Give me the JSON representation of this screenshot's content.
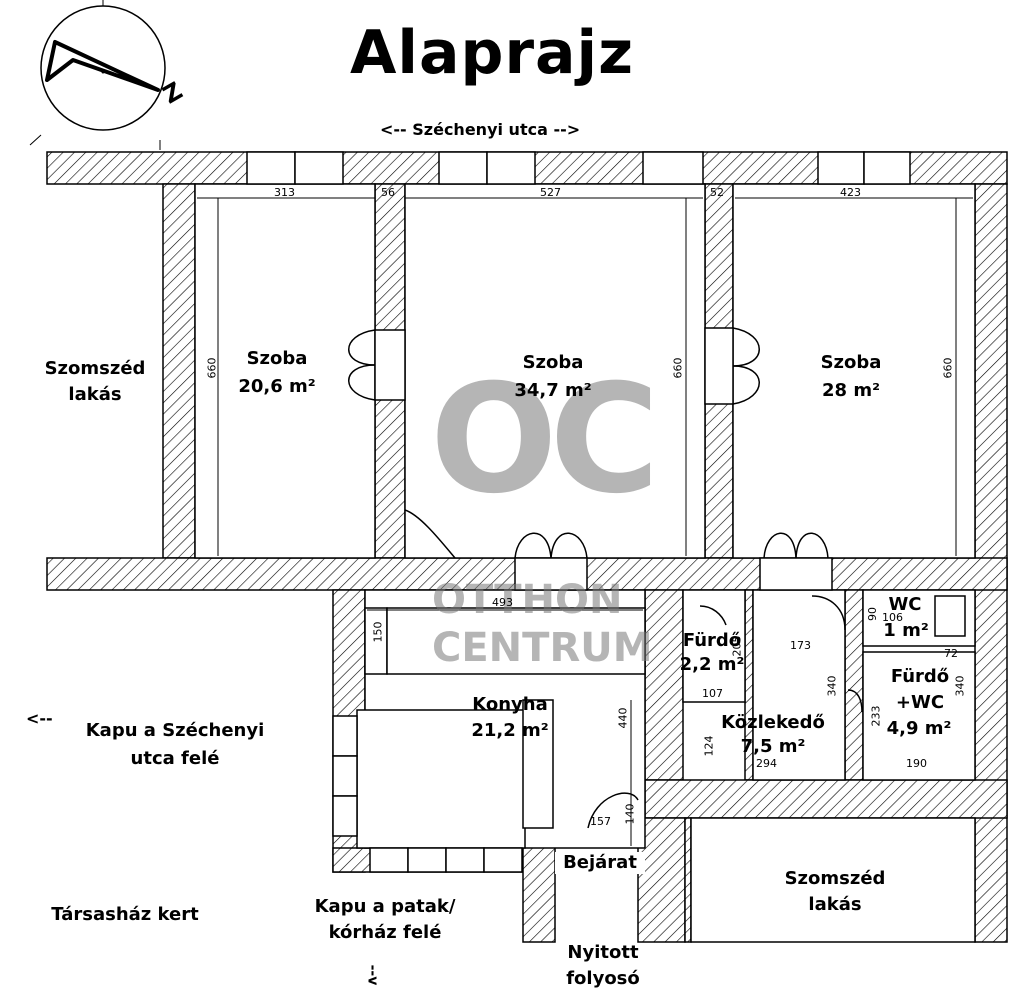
{
  "title": "Alaprajz",
  "street": "<--  Széchenyi utca  -->",
  "compass_letter": "Z",
  "rooms": {
    "room1": {
      "name": "Szoba",
      "area": "20,6 m²"
    },
    "room2": {
      "name": "Szoba",
      "area": "34,7 m²"
    },
    "room3": {
      "name": "Szoba",
      "area": "28 m²"
    },
    "kitchen": {
      "name": "Konyha",
      "area": "21,2 m²"
    },
    "bath_small": {
      "name": "Fürdő",
      "area": "2,2 m²"
    },
    "hall": {
      "name": "Közlekedő",
      "area": "7,5 m²"
    },
    "wc": {
      "name": "WC",
      "area": "1 m²"
    },
    "bath_wc": {
      "name_line1": "Fürdő",
      "name_line2": "+WC",
      "area": "4,9 m²"
    }
  },
  "labels": {
    "neighbor_left_1": "Szomszéd",
    "neighbor_left_2": "lakás",
    "gate_1": "Kapu a Széchenyi",
    "gate_2": "utca felé",
    "gate_arrow": "<--",
    "garden": "Társasház kert",
    "gate_creek_1": "Kapu a patak/",
    "gate_creek_2": "kórház felé",
    "gate_creek_arrow": "--v",
    "entrance": "Bejárat",
    "corridor_1": "Nyitott",
    "corridor_2": "folyosó",
    "neighbor_right_1": "Szomszéd",
    "neighbor_right_2": "lakás"
  },
  "dimensions": {
    "r1_width": "313",
    "wall1": "56",
    "r2_width": "527",
    "wall2": "52",
    "r3_width": "423",
    "r1_height": "660",
    "r2_height": "660",
    "r3_height": "660",
    "kitchen_width": "493",
    "kitchen_150": "150",
    "kitchen_440": "440",
    "door_157": "157",
    "door_140": "140",
    "bath_205": "205",
    "bath_107": "107",
    "hall_173": "173",
    "hall_340": "340",
    "hall_124": "124",
    "hall_294": "294",
    "wc_90": "90",
    "wc_106": "106",
    "bw_72": "72",
    "bw_340": "340",
    "bw_233": "233",
    "bw_190": "190"
  },
  "watermark": {
    "logo": "OC",
    "line1": "OTTHON",
    "line2": "CENTRUM"
  }
}
